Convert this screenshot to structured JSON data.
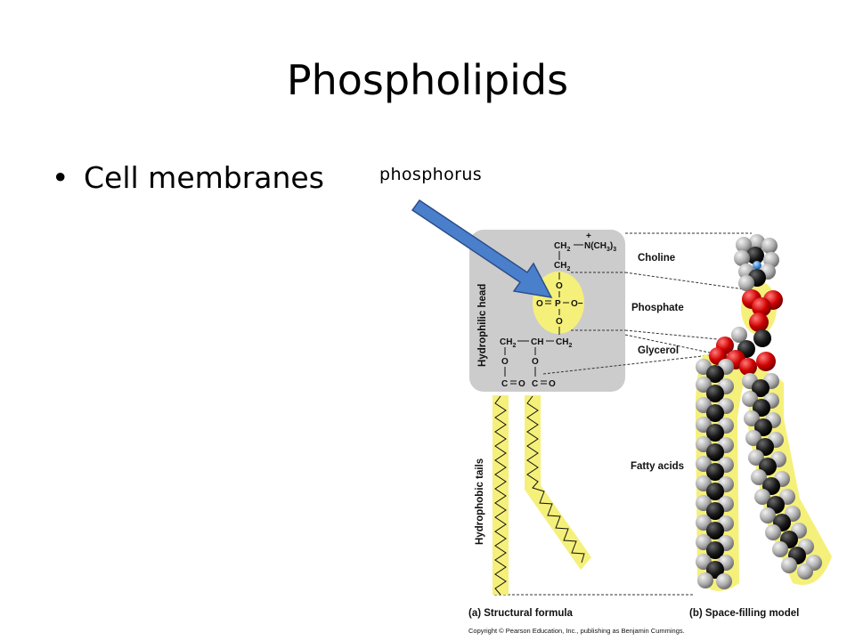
{
  "slide": {
    "title": "Phospholipids",
    "bullet": "Cell membranes",
    "bullet_marker": "•",
    "callout": "phosphorus"
  },
  "figure": {
    "region_labels": {
      "head": "Hydrophilic head",
      "tails": "Hydrophobic tails"
    },
    "group_labels": {
      "choline": "Choline",
      "phosphate": "Phosphate",
      "glycerol": "Glycerol",
      "fatty_acids": "Fatty acids"
    },
    "chemistry": {
      "ch2": "CH",
      "two": "2",
      "three": "3",
      "ch": "CH",
      "n_group": "N(CH",
      "plus": "+",
      "o": "O",
      "o_minus": "O−",
      "o_eq": "O",
      "p": "P",
      "c": "C",
      "eq": "=",
      "close_paren": ")"
    },
    "captions": {
      "a": "(a) Structural formula",
      "b": "(b) Space-filling model"
    },
    "copyright": "Copyright © Pearson Education, Inc., publishing as Benjamin Cummings.",
    "colors": {
      "head_box": "#cccccc",
      "phosphate_highlight": "#f5f07a",
      "tail_highlight": "#f5f07a",
      "arrow": "#4a7fcc",
      "arrow_outline": "#2c4f8a",
      "carbon": "#1a1a1a",
      "hydrogen": "#b8b8b8",
      "oxygen": "#cc0000",
      "nitrogen": "#4a90d9"
    }
  }
}
